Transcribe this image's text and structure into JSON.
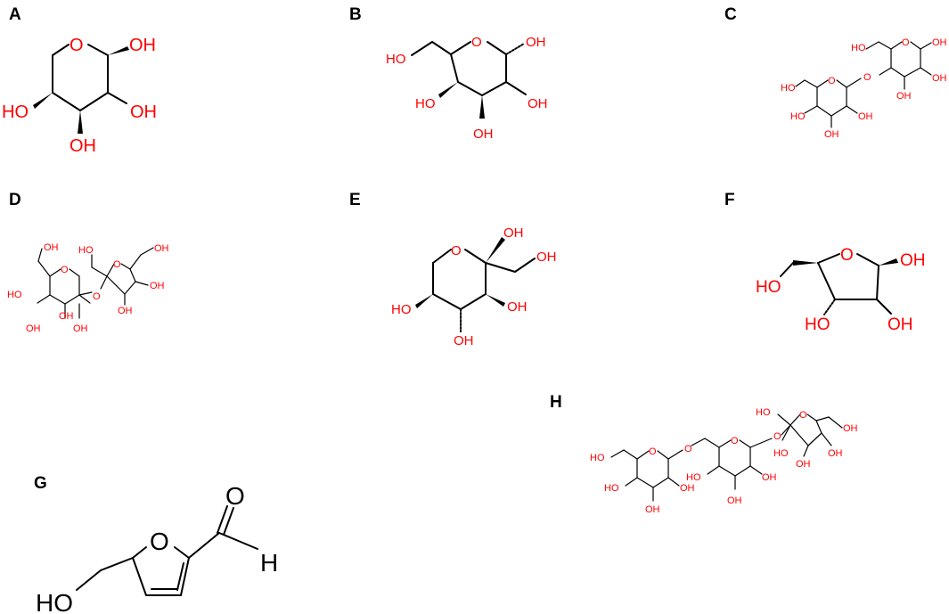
{
  "panels": [
    {
      "label": "A"
    },
    {
      "label": "B"
    },
    {
      "label": "C"
    },
    {
      "label": "D"
    },
    {
      "label": "E"
    },
    {
      "label": "F"
    },
    {
      "label": "G"
    },
    {
      "label": "H"
    }
  ],
  "atoms": {
    "O": "O",
    "OH": "OH",
    "HO": "HO",
    "H": "H"
  },
  "colors": {
    "heteroatom": "#ff0000",
    "carbon": "#000000"
  }
}
